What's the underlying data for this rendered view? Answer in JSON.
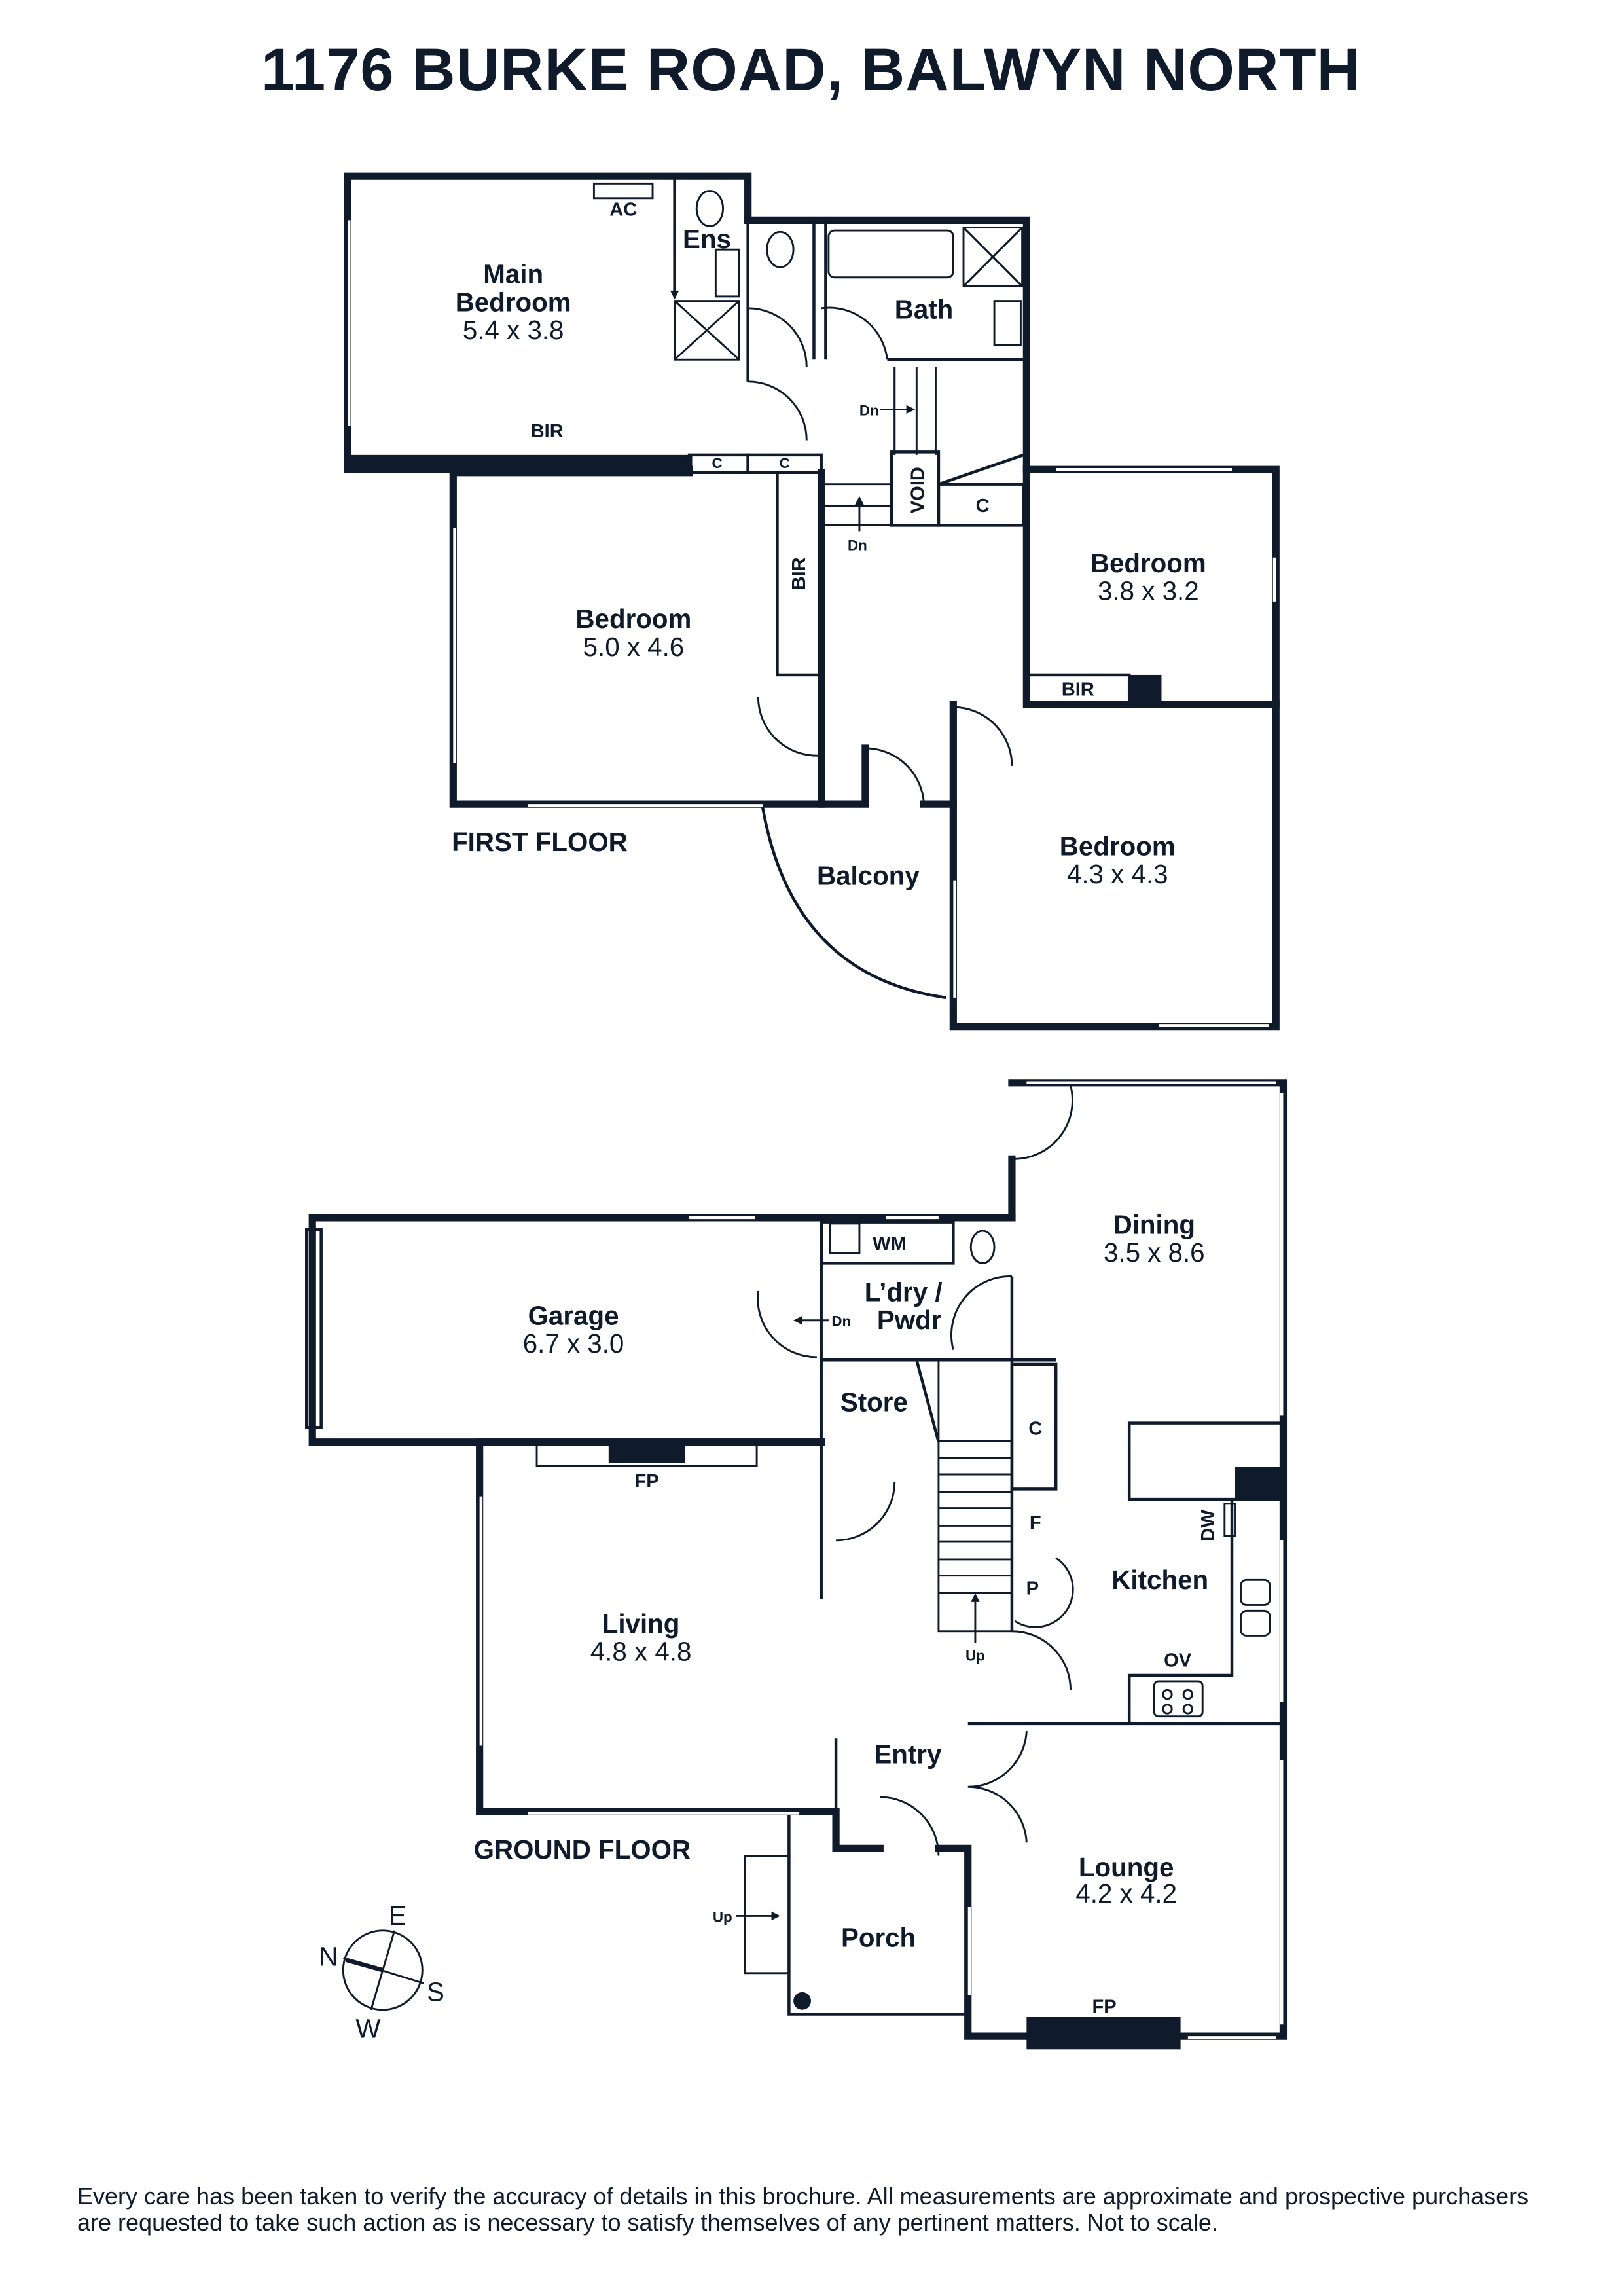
{
  "title": "1176 BURKE ROAD, BALWYN NORTH",
  "first_floor": {
    "label": "FIRST FLOOR",
    "rooms": {
      "main_bedroom": {
        "name_1": "Main",
        "name_2": "Bedroom",
        "size": "5.4 x 3.8"
      },
      "ensuite": {
        "name": "Ens"
      },
      "bath": {
        "name": "Bath"
      },
      "bedroom_2": {
        "name": "Bedroom",
        "size": "5.0 x 4.6"
      },
      "bedroom_3": {
        "name": "Bedroom",
        "size": "3.8 x 3.2"
      },
      "bedroom_4": {
        "name": "Bedroom",
        "size": "4.3 x 4.3"
      },
      "balcony": {
        "name": "Balcony"
      }
    },
    "fixtures": {
      "ac": "AC",
      "bir_main": "BIR",
      "bir_bed2": "BIR",
      "bir_bed3": "BIR",
      "c1": "C",
      "c2": "C",
      "c3": "C",
      "void": "VOID",
      "dn1": "Dn",
      "dn2": "Dn"
    }
  },
  "ground_floor": {
    "label": "GROUND FLOOR",
    "rooms": {
      "garage": {
        "name": "Garage",
        "size": "6.7 x 3.0"
      },
      "laundry": {
        "name_1": "L’dry /",
        "name_2": "Pwdr"
      },
      "dining": {
        "name": "Dining",
        "size": "3.5 x 8.6"
      },
      "store": {
        "name": "Store"
      },
      "kitchen": {
        "name": "Kitchen"
      },
      "living": {
        "name": "Living",
        "size": "4.8 x 4.8"
      },
      "entry": {
        "name": "Entry"
      },
      "lounge": {
        "name": "Lounge",
        "size": "4.2 x 4.2"
      },
      "porch": {
        "name": "Porch"
      }
    },
    "fixtures": {
      "wm": "WM",
      "dn": "Dn",
      "c": "C",
      "f": "F",
      "p": "P",
      "dw": "DW",
      "ov": "OV",
      "fp_living": "FP",
      "fp_lounge": "FP",
      "up_stairs": "Up",
      "up_porch": "Up"
    }
  },
  "compass": {
    "n": "N",
    "e": "E",
    "s": "S",
    "w": "W"
  },
  "disclaimer": "Every care has been taken to verify the accuracy of details in this brochure. All measurements are approximate and prospective purchasers are requested to take such action as is necessary to satisfy themselves of any pertinent matters. Not to scale."
}
